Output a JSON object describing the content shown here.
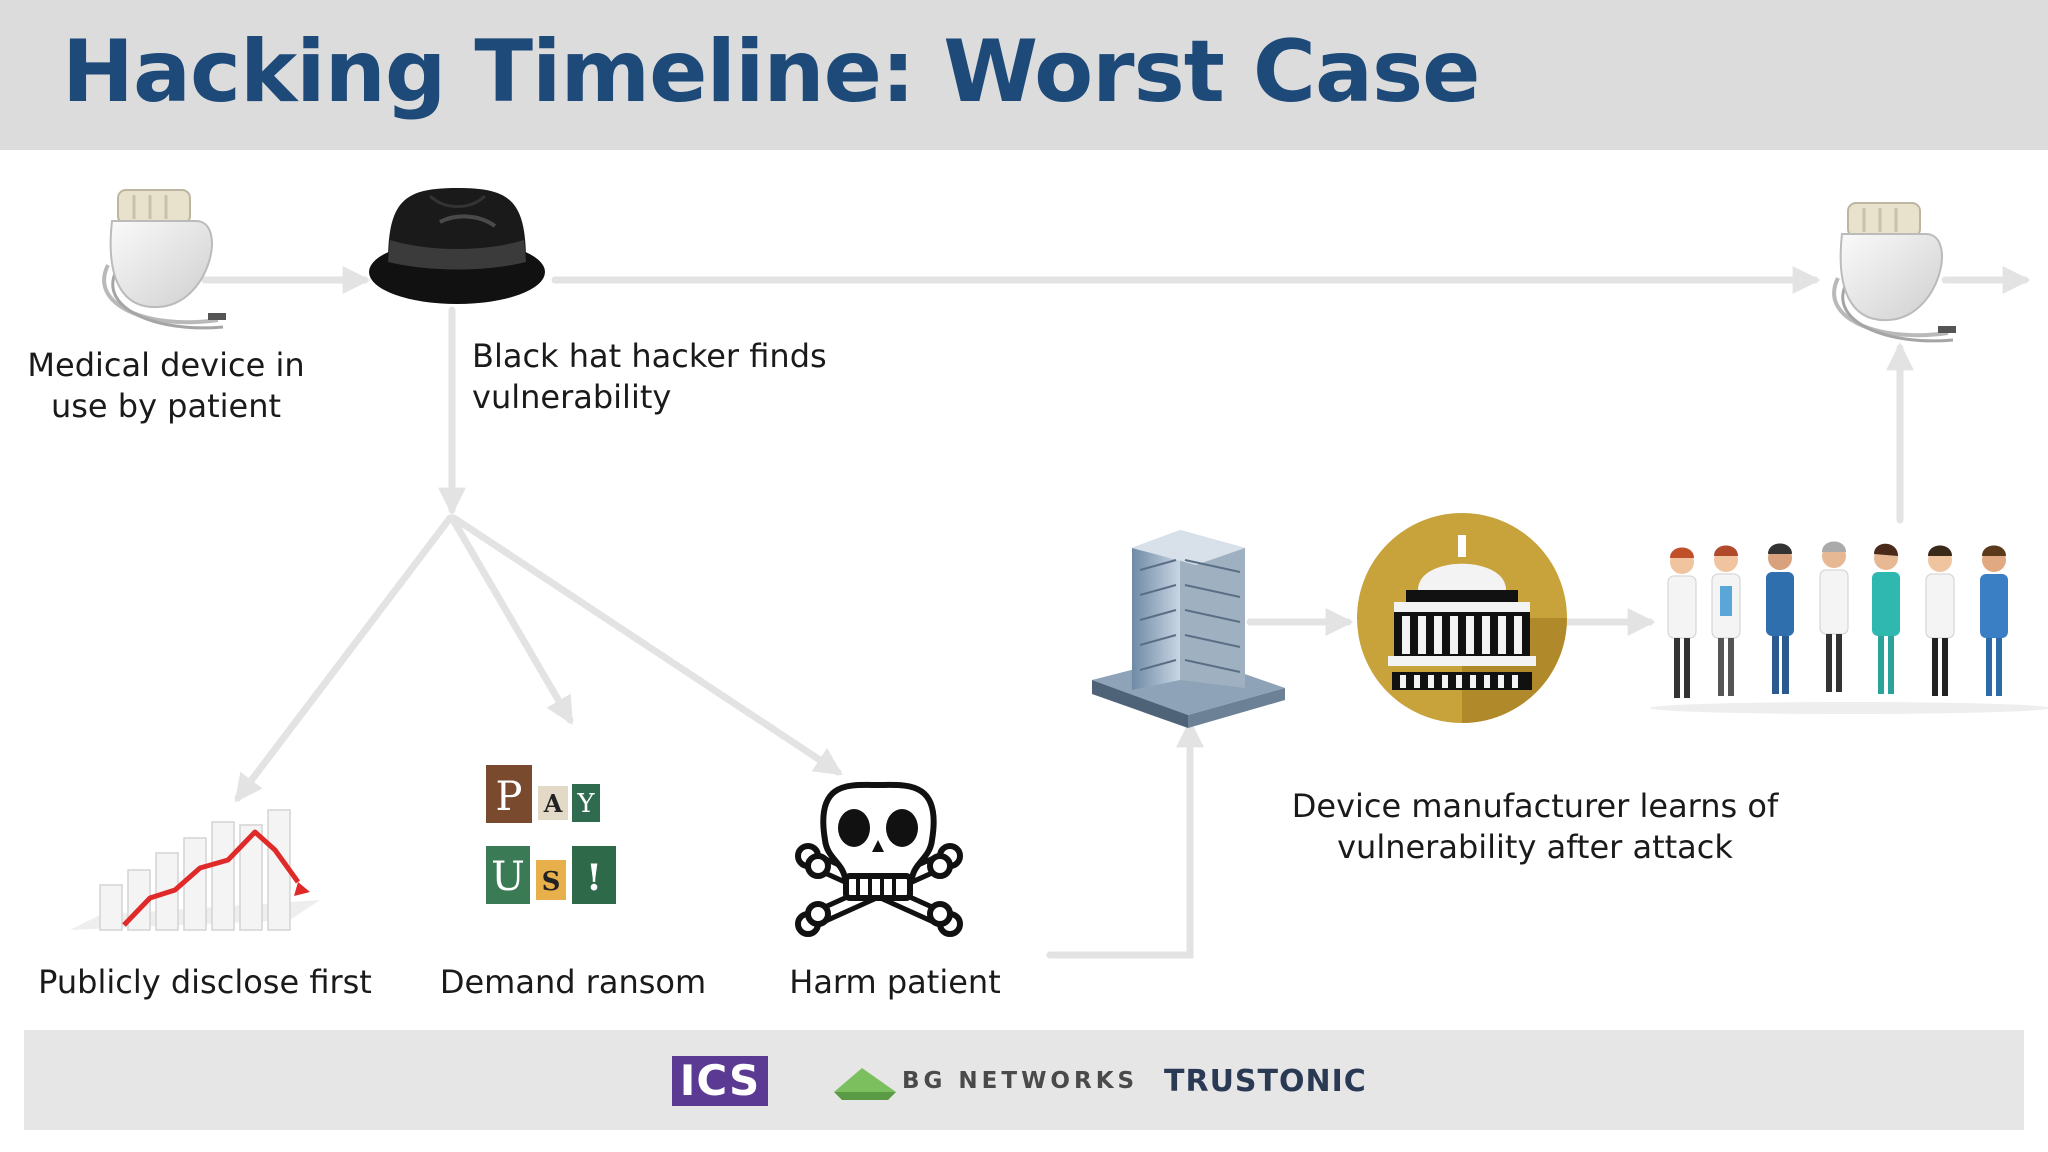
{
  "title": "Hacking Timeline: Worst Case",
  "nodes": {
    "device": {
      "label_line1": "Medical device in",
      "label_line2": "use by patient"
    },
    "hacker": {
      "label_line1": "Black hat hacker finds",
      "label_line2": "vulnerability"
    },
    "disclose": {
      "label": "Publicly disclose first"
    },
    "ransom": {
      "label": "Demand ransom",
      "letters": [
        "P",
        "A",
        "Y",
        "U",
        "S",
        "!"
      ]
    },
    "harm": {
      "label": "Harm patient"
    },
    "manufacturer": {
      "label_line1": "Device manufacturer learns of",
      "label_line2": "vulnerability after attack"
    }
  },
  "footer": {
    "logo_ics": "ICS",
    "logo_bg": "BG NETWORKS",
    "logo_trustonic": "TRUSTONIC"
  },
  "colors": {
    "title": "#1e4a7a",
    "header_bg": "#dcdcdc",
    "arrow": "#e3e3e3",
    "capitol_gold": "#c8a23a",
    "ics_purple": "#5b3a93",
    "bg_green": "#6aa84f"
  },
  "icons": {
    "device": "pacemaker-icon",
    "hacker": "black-fedora-icon",
    "disclose": "declining-chart-icon",
    "ransom": "ransom-letters-icon",
    "harm": "skull-crossbones-icon",
    "building": "office-building-icon",
    "government": "capitol-dome-icon",
    "staff": "medical-staff-icon"
  }
}
